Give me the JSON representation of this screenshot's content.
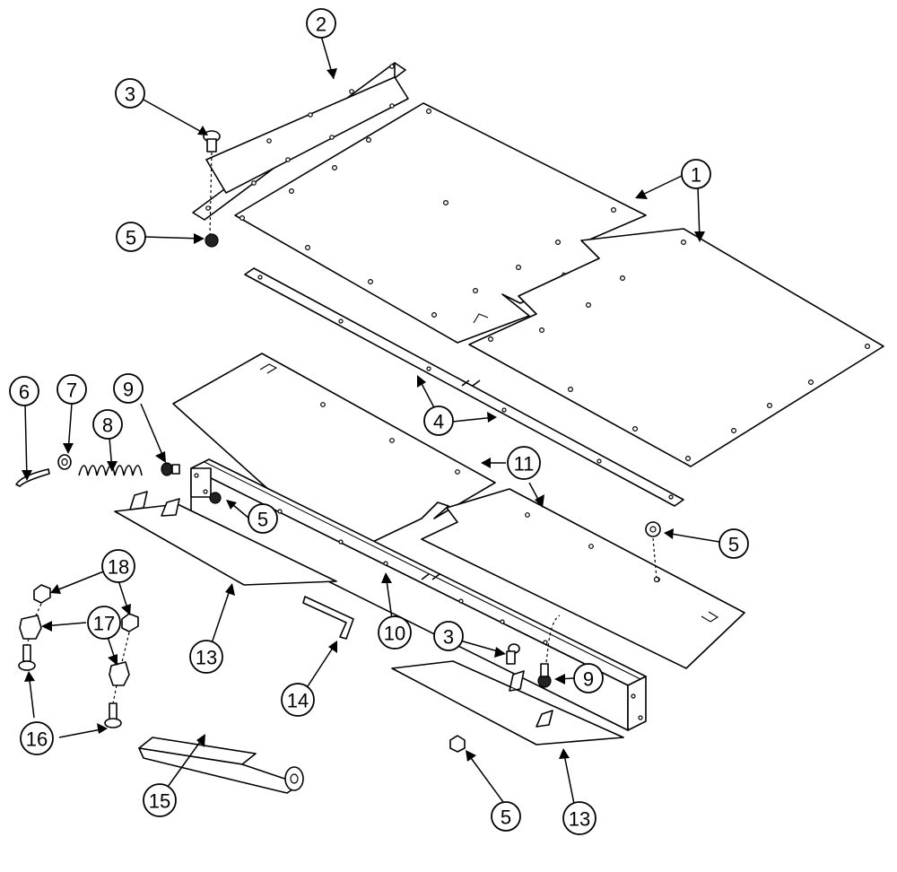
{
  "diagram": {
    "callouts": [
      {
        "id": "c1",
        "label": "1"
      },
      {
        "id": "c2",
        "label": "2"
      },
      {
        "id": "c3a",
        "label": "3"
      },
      {
        "id": "c3b",
        "label": "3"
      },
      {
        "id": "c4",
        "label": "4"
      },
      {
        "id": "c5a",
        "label": "5"
      },
      {
        "id": "c5b",
        "label": "5"
      },
      {
        "id": "c5c",
        "label": "5"
      },
      {
        "id": "c5d",
        "label": "5"
      },
      {
        "id": "c6",
        "label": "6"
      },
      {
        "id": "c7",
        "label": "7"
      },
      {
        "id": "c8",
        "label": "8"
      },
      {
        "id": "c9a",
        "label": "9"
      },
      {
        "id": "c9b",
        "label": "9"
      },
      {
        "id": "c10",
        "label": "10"
      },
      {
        "id": "c11",
        "label": "11"
      },
      {
        "id": "c13a",
        "label": "13"
      },
      {
        "id": "c13b",
        "label": "13"
      },
      {
        "id": "c14",
        "label": "14"
      },
      {
        "id": "c15",
        "label": "15"
      },
      {
        "id": "c16",
        "label": "16"
      },
      {
        "id": "c17",
        "label": "17"
      },
      {
        "id": "c18",
        "label": "18"
      }
    ]
  }
}
